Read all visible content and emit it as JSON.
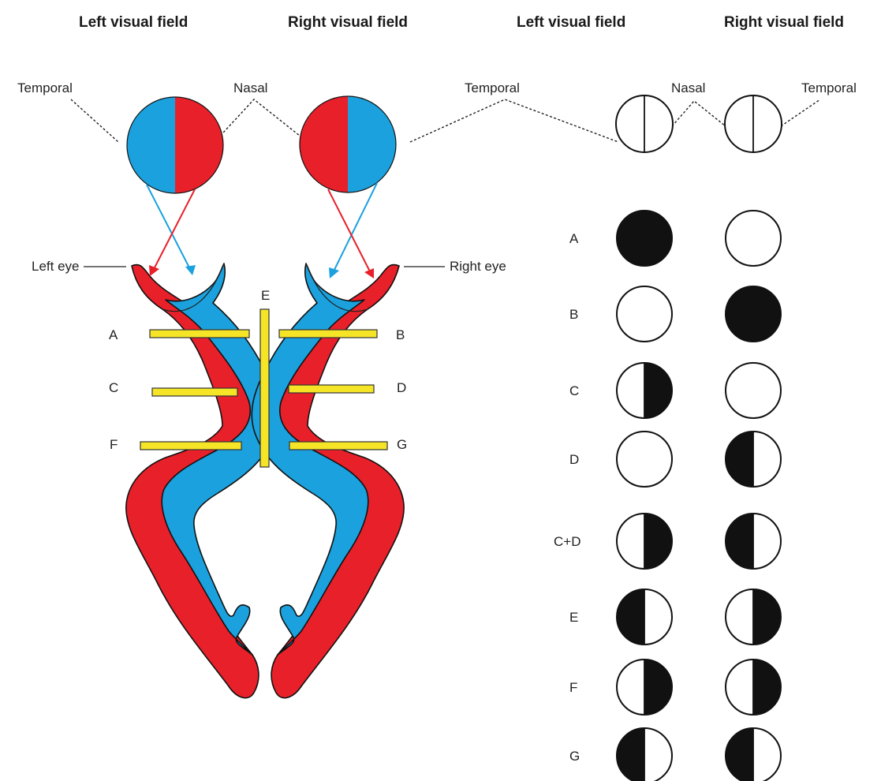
{
  "headers": {
    "left_visual_field_1": "Left visual field",
    "right_visual_field_1": "Right visual field",
    "left_visual_field_2": "Left visual field",
    "right_visual_field_2": "Right visual field"
  },
  "field_labels": {
    "temporal_left": "Temporal",
    "nasal_center": "Nasal",
    "temporal_mid": "Temporal",
    "nasal_right": "Nasal",
    "temporal_right": "Temporal"
  },
  "eye_labels": {
    "left_eye": "Left eye",
    "right_eye": "Right eye"
  },
  "lesion_markers": {
    "A": "A",
    "B": "B",
    "C": "C",
    "D": "D",
    "E": "E",
    "F": "F",
    "G": "G"
  },
  "colors": {
    "temporal_fibers": "#e8202a",
    "nasal_fibers": "#1ba1dd",
    "lesion_bar": "#f5e526",
    "defect": "#111111"
  },
  "defect_table": [
    {
      "label": "A",
      "left": "full",
      "right": "none"
    },
    {
      "label": "B",
      "left": "none",
      "right": "full"
    },
    {
      "label": "C",
      "left": "right-half",
      "right": "none"
    },
    {
      "label": "D",
      "left": "none",
      "right": "left-half"
    },
    {
      "label": "C+D",
      "left": "right-half",
      "right": "left-half"
    },
    {
      "label": "E",
      "left": "left-half",
      "right": "right-half"
    },
    {
      "label": "F",
      "left": "right-half",
      "right": "right-half"
    },
    {
      "label": "G",
      "left": "left-half",
      "right": "left-half"
    }
  ]
}
